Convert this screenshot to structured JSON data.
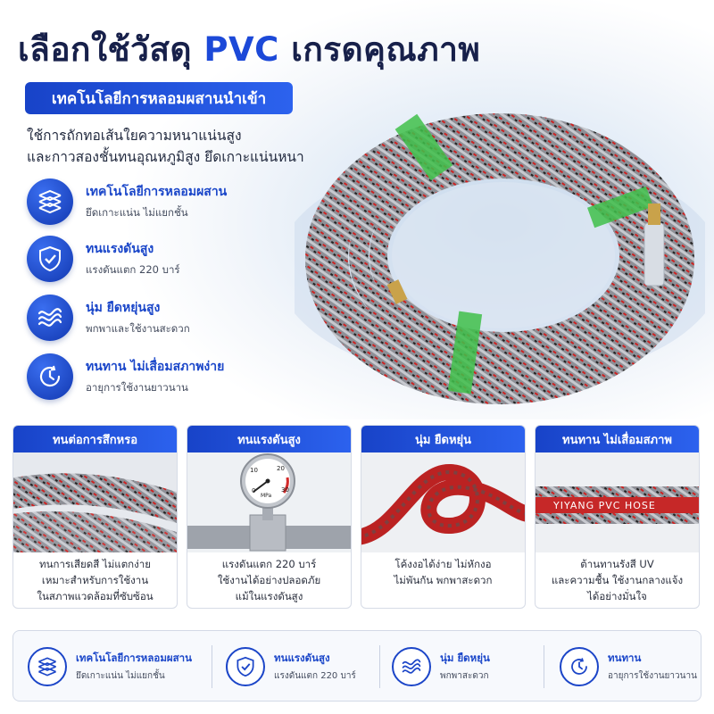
{
  "header": {
    "title_prefix": "เลือกใช้วัสดุ",
    "title_accent": "PVC",
    "title_suffix": "เกรดคุณภาพ",
    "badge": "เทคโนโลยีการหลอมผสานนำเข้า",
    "desc_line1": "ใช้การถักทอเส้นใยความหนาแน่นสูง",
    "desc_line2": "และกาวสองชั้นทนอุณหภูมิสูง ยึดเกาะแน่นหนา"
  },
  "features": [
    {
      "title": "เทคโนโลยีการหลอมผสาน",
      "sub": "ยึดเกาะแน่น ไม่แยกชั้น",
      "icon": "mesh-icon"
    },
    {
      "title": "ทนแรงดันสูง",
      "sub": "แรงดันแตก 220 บาร์",
      "icon": "shield-check-icon"
    },
    {
      "title": "นุ่ม ยืดหยุ่นสูง",
      "sub": "พกพาและใช้งานสะดวก",
      "icon": "wave-icon"
    },
    {
      "title": "ทนทาน ไม่เสื่อมสภาพง่าย",
      "sub": "อายุการใช้งานยาวนาน",
      "icon": "clock-icon"
    }
  ],
  "cards": [
    {
      "head": "ทนต่อการสึกหรอ",
      "cap1": "ทนการเสียดสี ไม่แตกง่าย",
      "cap2": "เหมาะสำหรับการใช้งาน",
      "cap3": "ในสภาพแวดล้อมที่ซับซ้อน"
    },
    {
      "head": "ทนแรงดันสูง",
      "cap1": "แรงดันแตก 220 บาร์",
      "cap2": "ใช้งานได้อย่างปลอดภัย",
      "cap3": "แม้ในแรงดันสูง"
    },
    {
      "head": "นุ่ม ยืดหยุ่น",
      "cap1": "โค้งงอได้ง่าย ไม่หักงอ",
      "cap2": "ไม่พันกัน พกพาสะดวก",
      "cap3": ""
    },
    {
      "head": "ทนทาน ไม่เสื่อมสภาพ",
      "cap1": "ต้านทานรังสี UV",
      "cap2": "และความชื้น ใช้งานกลางแจ้ง",
      "cap3": "ได้อย่างมั่นใจ"
    }
  ],
  "gauge": {
    "unit": "MPa",
    "t0": "0",
    "t10": "10",
    "t20": "20",
    "t30": "30"
  },
  "hose_print": "YIYANG PVC HOSE",
  "bottom": [
    {
      "title": "เทคโนโลยีการหลอมผสาน",
      "sub": "ยึดเกาะแน่น ไม่แยกชั้น"
    },
    {
      "title": "ทนแรงดันสูง",
      "sub": "แรงดันแตก 220 บาร์"
    },
    {
      "title": "นุ่ม ยืดหยุ่น",
      "sub": "พกพาสะดวก"
    },
    {
      "title": "ทนทาน",
      "sub": "อายุการใช้งานยาวนาน"
    }
  ],
  "colors": {
    "brand_blue": "#1c49d8",
    "hose_red": "#d32a2a",
    "band_green": "#3fbf4a"
  }
}
